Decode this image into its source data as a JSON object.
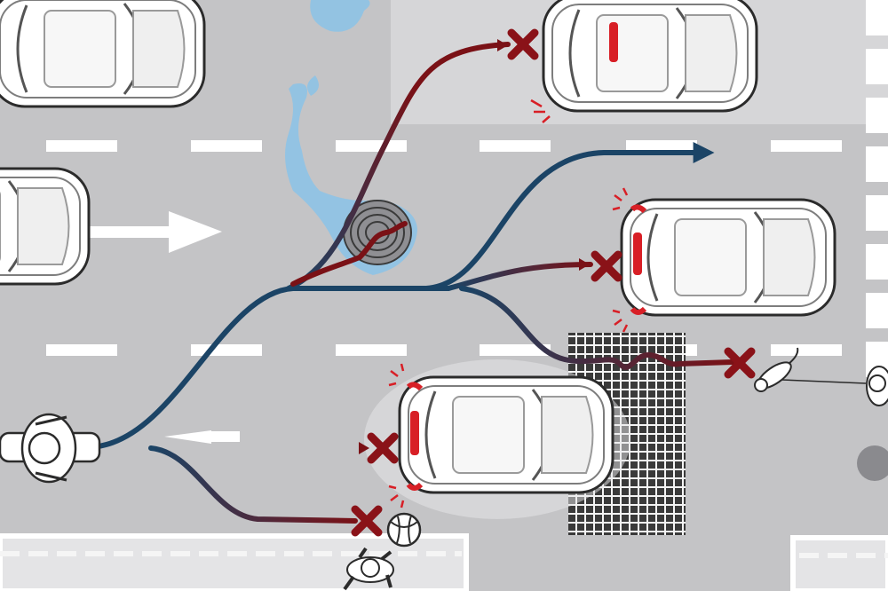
{
  "colors": {
    "road": "#c4c4c6",
    "lane_marking": "#ffffff",
    "sidewalk": "#e6e6e8",
    "car_body": "#ffffff",
    "car_outline": "#2b2b2b",
    "brake_light": "#d81f26",
    "safe_path": "#1b4466",
    "danger_path": "#7a1116",
    "crash_marker": "#8a1218",
    "water": "#8ec3e6",
    "grate": "#3a3a3a"
  },
  "icons": {
    "crash": "x-mark-icon",
    "arrow": "arrow-right-icon",
    "cyclist": "cyclist-icon",
    "pedestrian": "pedestrian-icon",
    "dog": "dog-icon",
    "ball": "ball-icon"
  },
  "paths": {
    "safe": [
      "main-trunk",
      "lane-escape"
    ],
    "danger": [
      "parked-car-top",
      "manhole",
      "car-middle",
      "dog-crossing",
      "car-front",
      "ball"
    ]
  }
}
